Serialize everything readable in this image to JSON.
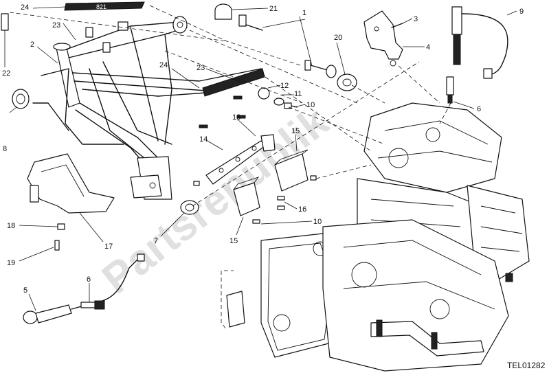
{
  "diagram_code": "TEL01282",
  "watermark": "Partsrepublik",
  "frame_decal": "821",
  "colors": {
    "line": "#111111",
    "watermark": "#d6d6d6",
    "background": "#ffffff"
  },
  "callouts": [
    {
      "id": "c24a",
      "label": "24"
    },
    {
      "id": "c23a",
      "label": "23"
    },
    {
      "id": "c2",
      "label": "2"
    },
    {
      "id": "c22",
      "label": "22"
    },
    {
      "id": "c8",
      "label": "8"
    },
    {
      "id": "c21",
      "label": "21"
    },
    {
      "id": "c1",
      "label": "1"
    },
    {
      "id": "c24b",
      "label": "24"
    },
    {
      "id": "c23b",
      "label": "23"
    },
    {
      "id": "c12",
      "label": "12"
    },
    {
      "id": "c11",
      "label": "11"
    },
    {
      "id": "c10a",
      "label": "10"
    },
    {
      "id": "c20",
      "label": "20"
    },
    {
      "id": "c3",
      "label": "3"
    },
    {
      "id": "c4",
      "label": "4"
    },
    {
      "id": "c9",
      "label": "9"
    },
    {
      "id": "c6a",
      "label": "6"
    },
    {
      "id": "c13",
      "label": "13"
    },
    {
      "id": "c14",
      "label": "14"
    },
    {
      "id": "c15a",
      "label": "15"
    },
    {
      "id": "c16",
      "label": "16"
    },
    {
      "id": "c10b",
      "label": "10"
    },
    {
      "id": "c15b",
      "label": "15"
    },
    {
      "id": "c7",
      "label": "7"
    },
    {
      "id": "c18",
      "label": "18"
    },
    {
      "id": "c19",
      "label": "19"
    },
    {
      "id": "c17",
      "label": "17"
    },
    {
      "id": "c5",
      "label": "5"
    },
    {
      "id": "c6b",
      "label": "6"
    }
  ]
}
